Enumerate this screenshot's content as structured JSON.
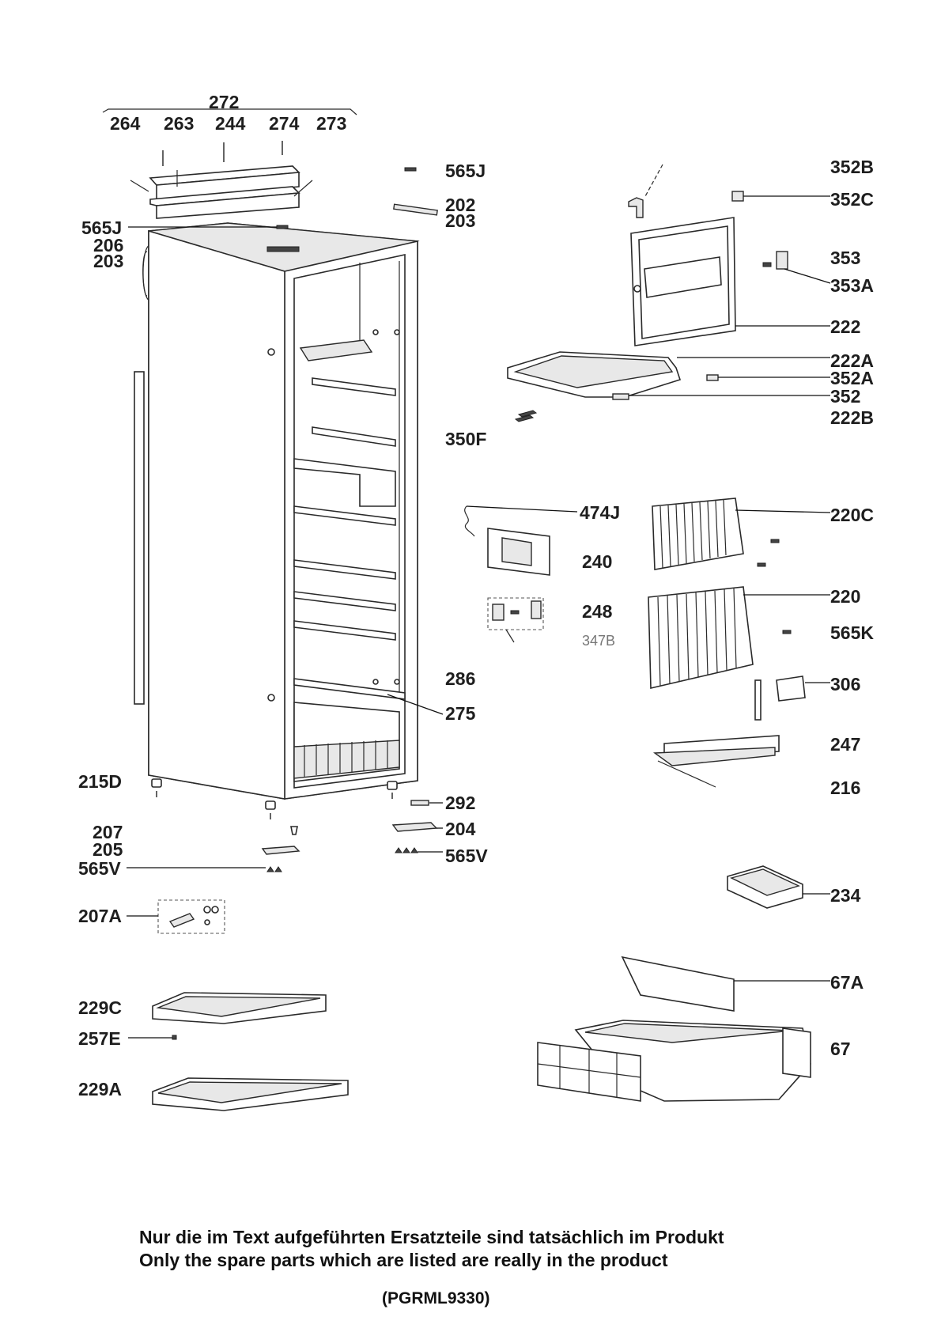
{
  "footer": {
    "line_de": "Nur die im Text aufgeführten Ersatzteile sind tatsächlich im Produkt",
    "line_en": "Only the spare parts which are listed are really in the product",
    "code": "(PGRML9330)"
  },
  "labels": {
    "l272": "272",
    "l264": "264",
    "l263": "263",
    "l244": "244",
    "l274": "274",
    "l273": "273",
    "l565j_a": "565J",
    "l202": "202",
    "l203_a": "203",
    "l565j_b": "565J",
    "l206": "206",
    "l203_b": "203",
    "l352b": "352B",
    "l352c": "352C",
    "l353": "353",
    "l353a": "353A",
    "l222": "222",
    "l222a": "222A",
    "l352a": "352A",
    "l352": "352",
    "l222b": "222B",
    "l350f": "350F",
    "l474j": "474J",
    "l240": "240",
    "l248": "248",
    "l347b": "347B",
    "l220c": "220C",
    "l220": "220",
    "l565k": "565K",
    "l306": "306",
    "l247": "247",
    "l216": "216",
    "l286": "286",
    "l275": "275",
    "l215d": "215D",
    "l292": "292",
    "l207": "207",
    "l204": "204",
    "l205": "205",
    "l565v_a": "565V",
    "l565v_b": "565V",
    "l207a": "207A",
    "l234": "234",
    "l67a": "67A",
    "l67": "67",
    "l229c": "229C",
    "l257e": "257E",
    "l229a": "229A"
  }
}
